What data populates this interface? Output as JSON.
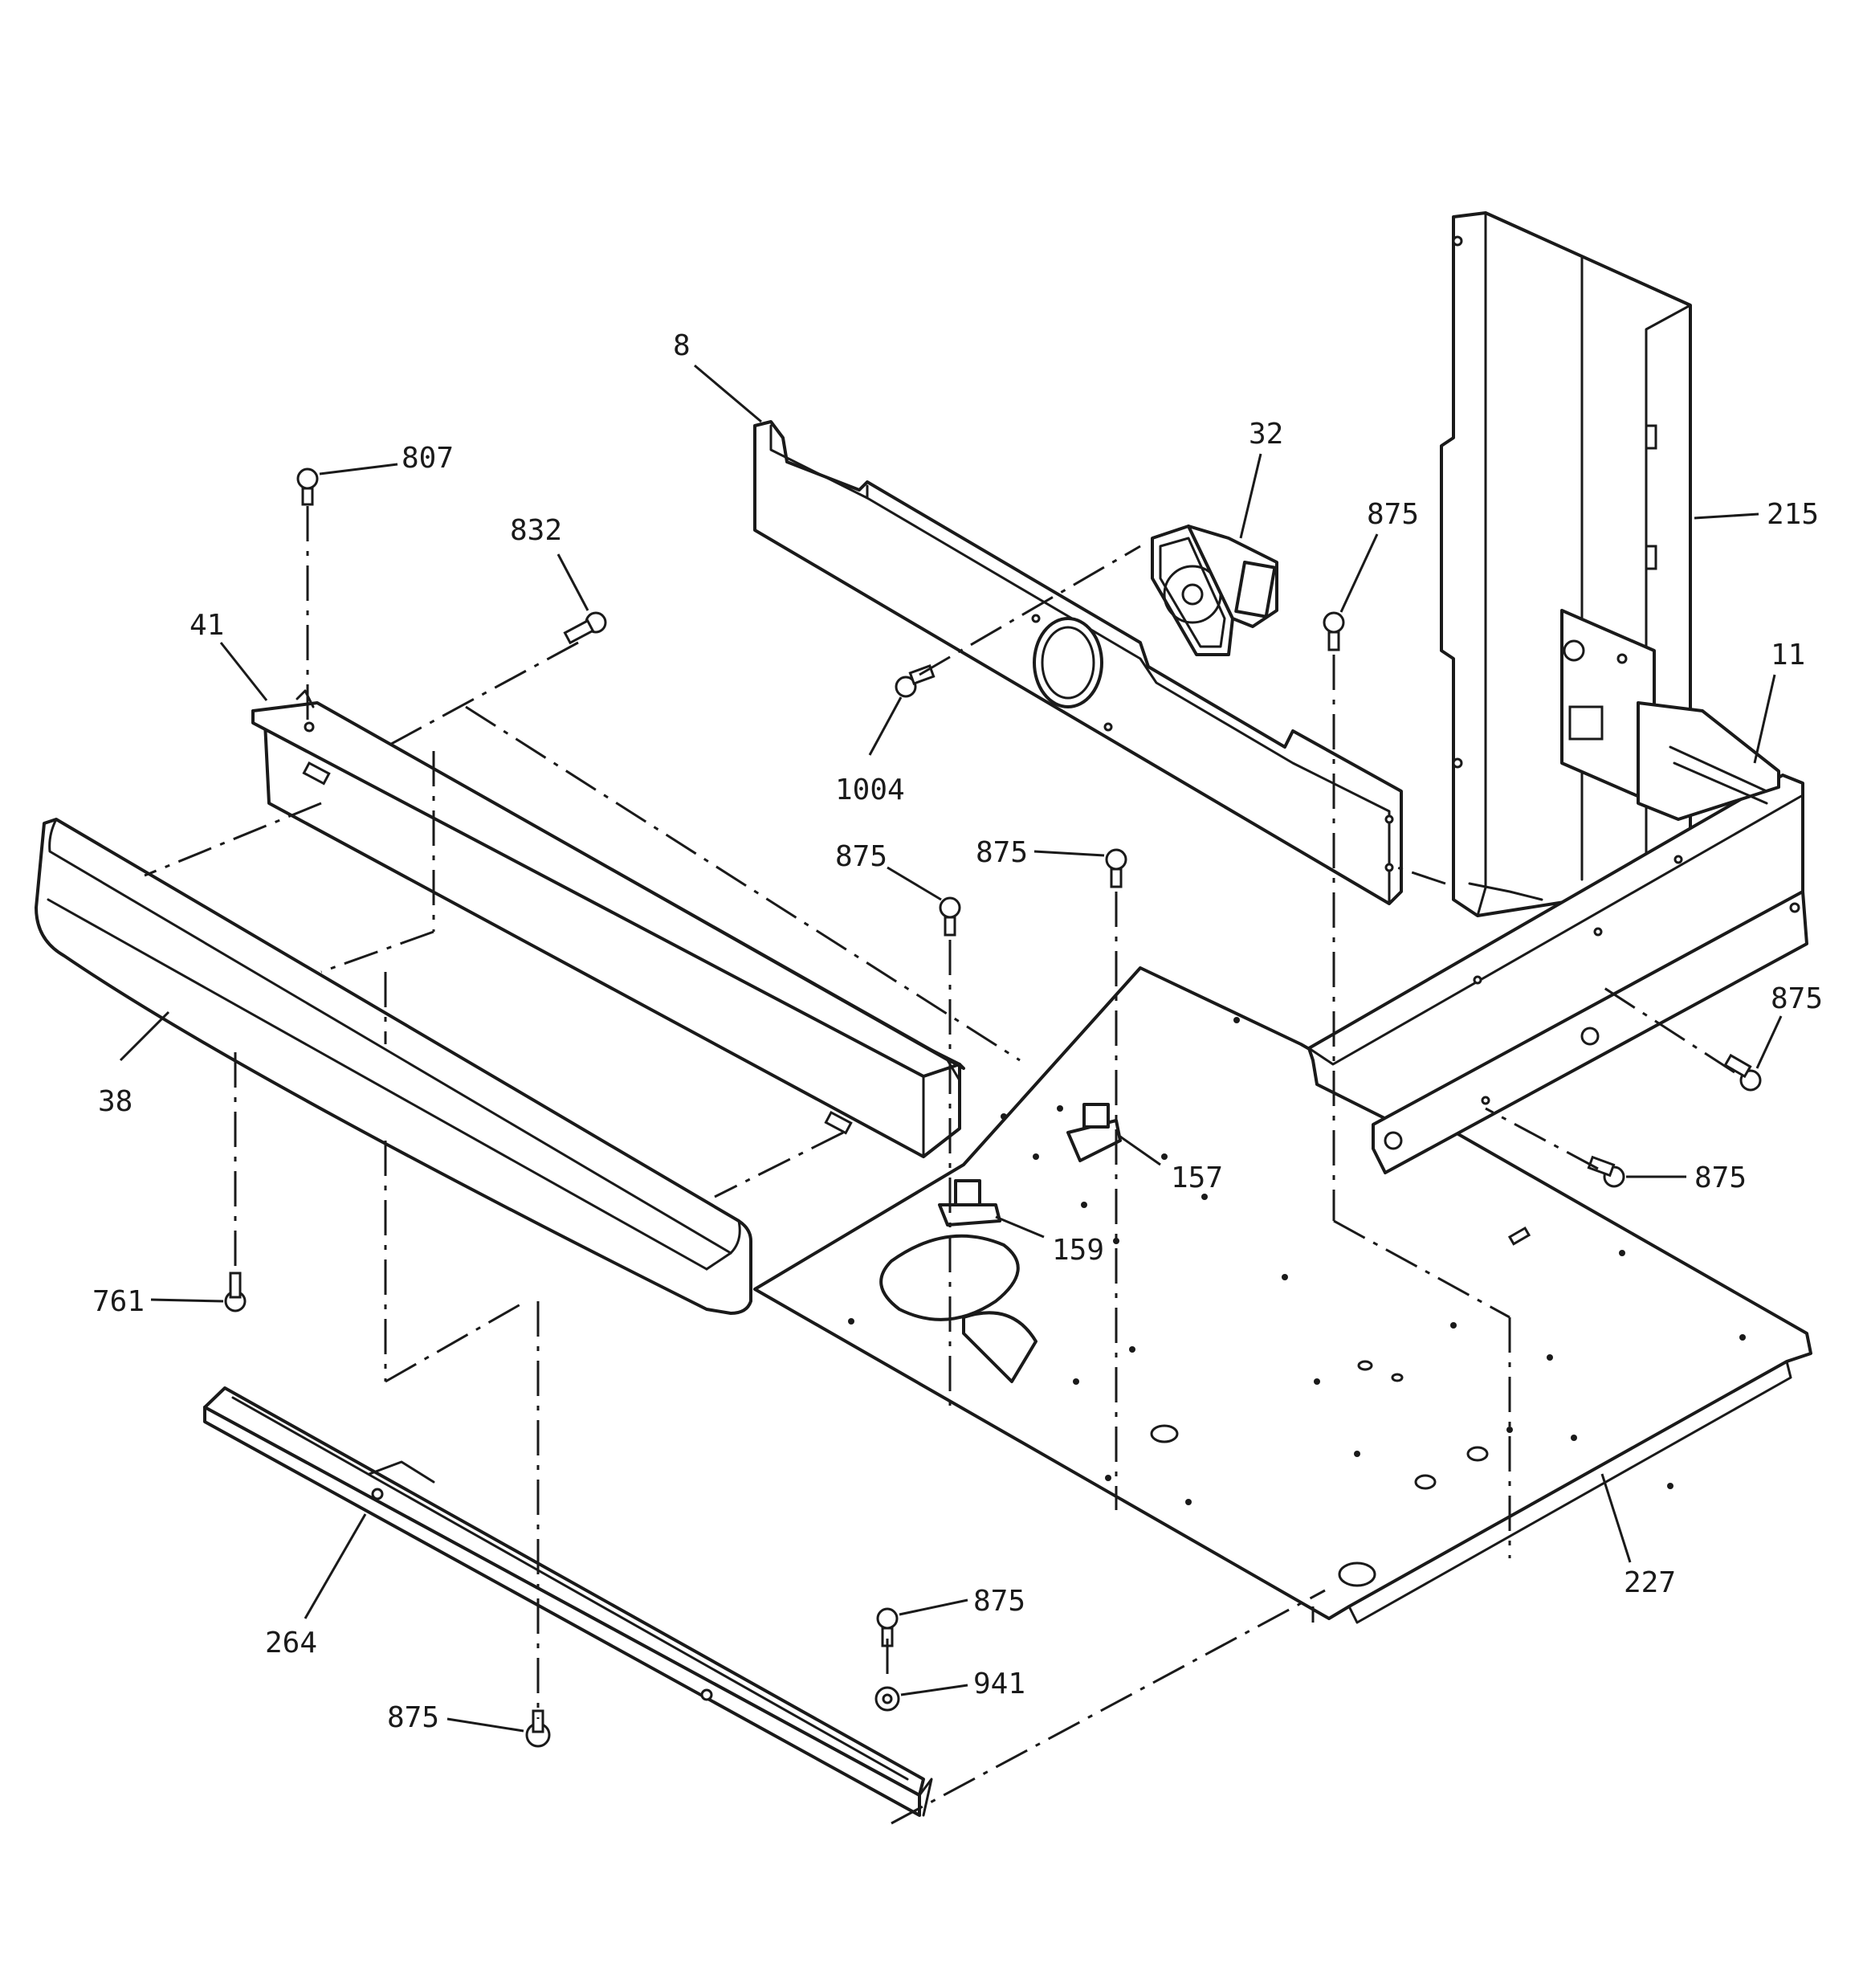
{
  "callouts": [
    {
      "id": "8",
      "label": "8"
    },
    {
      "id": "32",
      "label": "32"
    },
    {
      "id": "875a",
      "label": "875"
    },
    {
      "id": "215",
      "label": "215"
    },
    {
      "id": "807",
      "label": "807"
    },
    {
      "id": "832",
      "label": "832"
    },
    {
      "id": "41",
      "label": "41"
    },
    {
      "id": "11",
      "label": "11"
    },
    {
      "id": "1004",
      "label": "1004"
    },
    {
      "id": "875b",
      "label": "875"
    },
    {
      "id": "875c",
      "label": "875"
    },
    {
      "id": "875d",
      "label": "875"
    },
    {
      "id": "38",
      "label": "38"
    },
    {
      "id": "157",
      "label": "157"
    },
    {
      "id": "875e",
      "label": "875"
    },
    {
      "id": "159",
      "label": "159"
    },
    {
      "id": "761",
      "label": "761"
    },
    {
      "id": "227",
      "label": "227"
    },
    {
      "id": "875f",
      "label": "875"
    },
    {
      "id": "264",
      "label": "264"
    },
    {
      "id": "941",
      "label": "941"
    },
    {
      "id": "875g",
      "label": "875"
    }
  ]
}
